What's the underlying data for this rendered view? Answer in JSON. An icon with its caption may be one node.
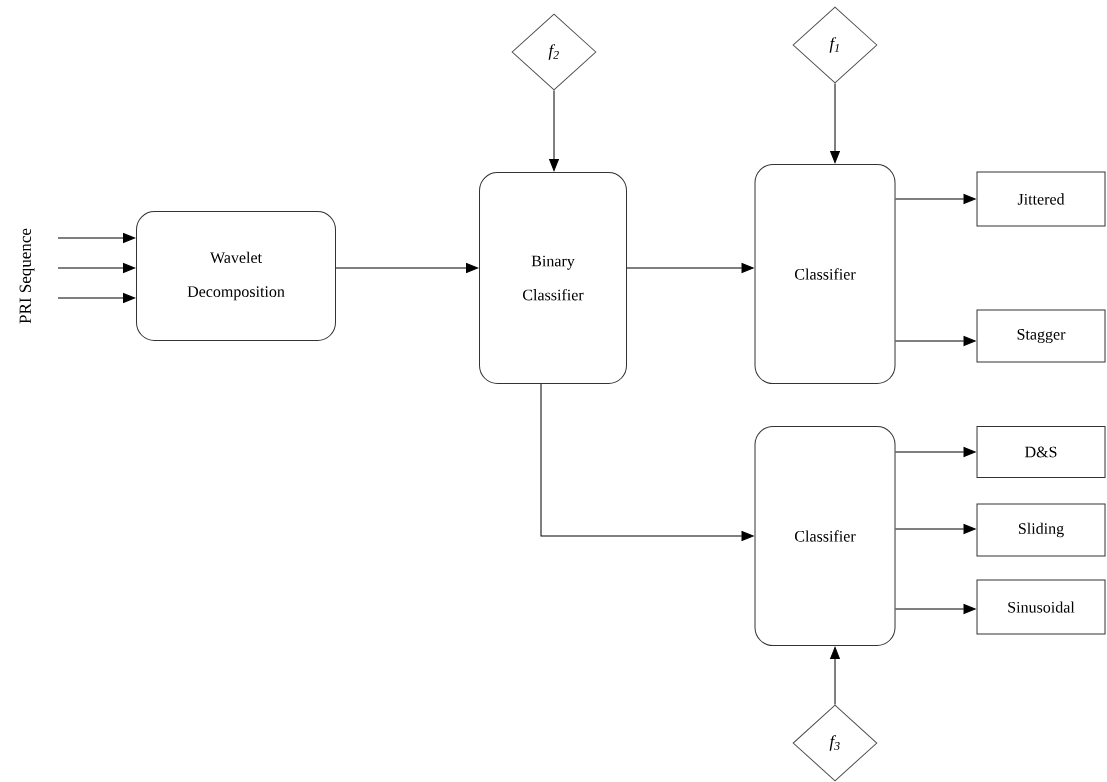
{
  "diagram": {
    "nodes": [
      {
        "text": [
          "Wavelet Decomposition"
        ]
      },
      {
        "text": [
          "Binary Classifier"
        ]
      },
      {
        "text": [
          "Classifier"
        ]
      },
      {
        "text": [
          "Classifier"
        ]
      },
      {
        "text": [
          "Jittered"
        ]
      },
      {
        "text": [
          "Stagger"
        ]
      },
      {
        "text": [
          "D&S"
        ]
      },
      {
        "text": [
          "Sliding"
        ]
      },
      {
        "text": [
          "Sinusoidal"
        ]
      },
      {
        "text": [
          "f$_{2}$"
        ]
      },
      {
        "text": [
          "f$_{1}$"
        ]
      },
      {
        "text": [
          "f$_{3}$"
        ]
      }
    ],
    "edges": [
      {
        "from": null,
        "to": 0,
        "arrow": "to"
      },
      {
        "from": null,
        "to": 0,
        "arrow": "to"
      },
      {
        "from": null,
        "to": 0,
        "arrow": "to"
      },
      {
        "from": 0,
        "to": 1,
        "arrow": "to"
      },
      {
        "from": 9,
        "to": 1,
        "arrow": "to"
      },
      {
        "from": 1,
        "to": 2,
        "arrow": "to"
      },
      {
        "from": 10,
        "to": 2,
        "arrow": "to"
      },
      {
        "from": 1,
        "to": 3,
        "arrow": "to"
      },
      {
        "from": 2,
        "to": 4,
        "arrow": "to"
      },
      {
        "from": 2,
        "to": 5,
        "arrow": "to"
      },
      {
        "from": 3,
        "to": 6,
        "arrow": "to"
      },
      {
        "from": 3,
        "to": 7,
        "arrow": "to"
      },
      {
        "from": 3,
        "to": 8,
        "arrow": "to"
      },
      {
        "from": 11,
        "to": 3,
        "arrow": "to"
      }
    ],
    "labels": [
      "PRI Sequence"
    ]
  }
}
